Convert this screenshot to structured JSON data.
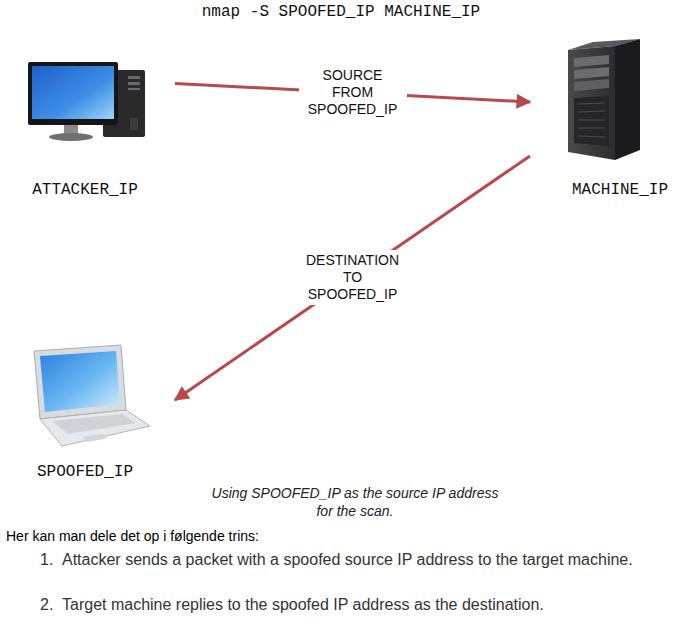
{
  "diagram": {
    "title": "nmap -S SPOOFED_IP MACHINE_IP",
    "caption": "Using SPOOFED_IP as the source IP address for the scan.",
    "nodes": [
      {
        "text": [
          "ATTACKER_IP"
        ]
      },
      {
        "text": [
          "MACHINE_IP"
        ]
      },
      {
        "text": [
          "SPOOFED_IP"
        ]
      }
    ],
    "edges": [
      {
        "from": 0,
        "to": 1,
        "arrow": "to",
        "label": "SOURCE FROM SPOOFED_IP"
      },
      {
        "from": 1,
        "to": 2,
        "arrow": "to",
        "label": "DESTINATION TO SPOOFED_IP"
      }
    ],
    "labels": [
      "Her kan man dele det op i følgende trins:",
      "1.",
      "Attacker sends a packet with a spoofed source IP address to the target machine.",
      "2.",
      "Target machine replies to the spoofed IP address as the destination."
    ]
  }
}
